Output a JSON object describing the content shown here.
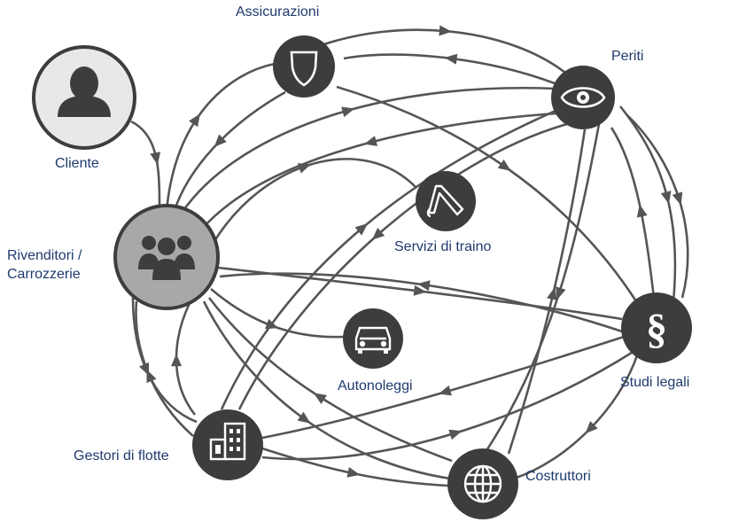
{
  "diagram": {
    "nodes": [
      {
        "id": "cliente",
        "label": "Cliente",
        "icon": "person-icon"
      },
      {
        "id": "rivenditori",
        "label_lines": [
          "Rivenditori /",
          "Carrozzerie"
        ],
        "icon": "group-icon"
      },
      {
        "id": "assicurazioni",
        "label": "Assicurazioni",
        "icon": "shield-icon"
      },
      {
        "id": "periti",
        "label": "Periti",
        "icon": "eye-icon"
      },
      {
        "id": "servizi",
        "label": "Servizi di traino",
        "icon": "tow-crane-icon"
      },
      {
        "id": "autonoleggi",
        "label": "Autonoleggi",
        "icon": "car-icon"
      },
      {
        "id": "studi",
        "label": "Studi legali",
        "icon": "paragraph-icon"
      },
      {
        "id": "gestori",
        "label": "Gestori di flotte",
        "icon": "building-icon"
      },
      {
        "id": "costruttori",
        "label": "Costruttori",
        "icon": "globe-icon"
      }
    ],
    "colors": {
      "node_dark": "#3d3d3d",
      "node_light_fill": "#e8e8e8",
      "node_mid_fill": "#a8a8a8",
      "line": "#555555",
      "label_text": "#1f3a6e"
    }
  }
}
